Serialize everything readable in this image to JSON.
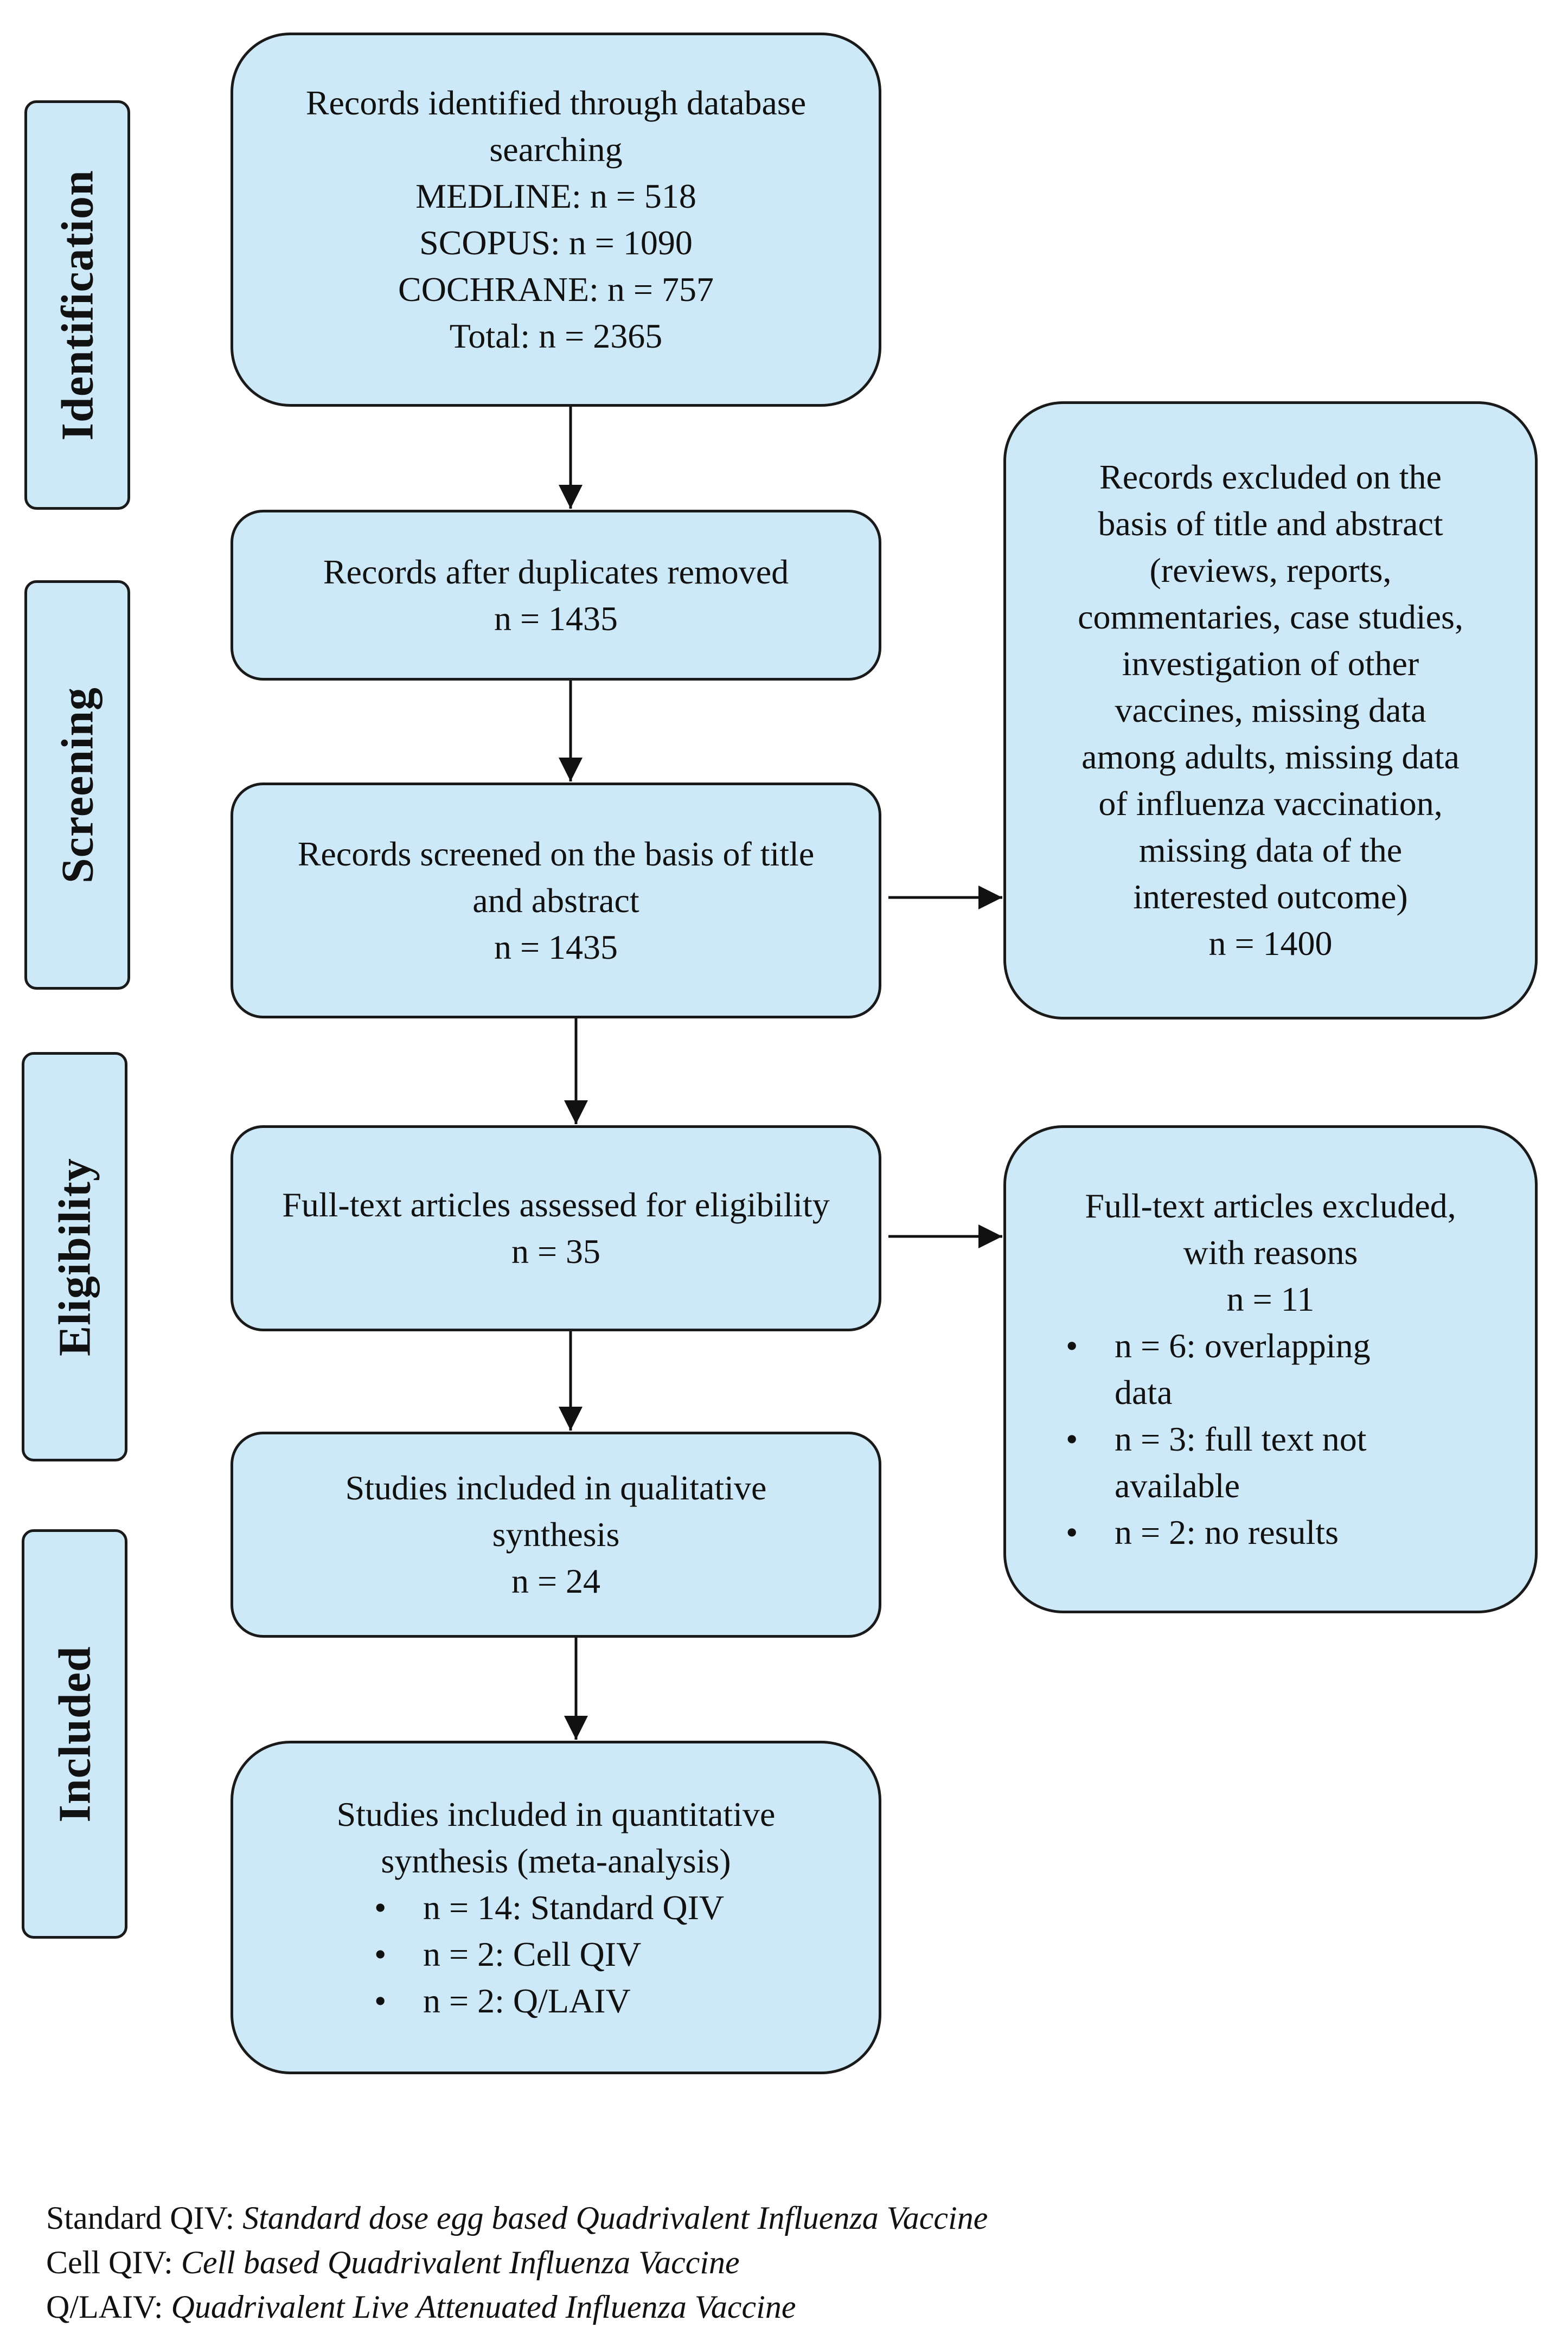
{
  "stages": {
    "identification": "Identification",
    "screening": "Screening",
    "eligibility": "Eligibility",
    "included": "Included"
  },
  "boxes": {
    "identified": {
      "lines": [
        "Records identified through database",
        "searching",
        "MEDLINE: n = 518",
        "SCOPUS: n = 1090",
        "COCHRANE: n = 757",
        "Total: n = 2365"
      ]
    },
    "duplicates_removed": {
      "lines": [
        "Records after duplicates removed",
        "n = 1435"
      ]
    },
    "screened": {
      "lines": [
        "Records screened on the basis of title",
        "and abstract",
        "n = 1435"
      ]
    },
    "excluded_screening": {
      "lines": [
        "Records excluded on the",
        "basis of title and abstract",
        "(reviews, reports,",
        "commentaries, case studies,",
        "investigation of other",
        "vaccines, missing data",
        "among adults, missing data",
        "of influenza vaccination,",
        "missing data of the",
        "interested outcome)",
        "n = 1400"
      ]
    },
    "fulltext_assessed": {
      "lines": [
        "Full-text articles assessed for eligibility",
        "n = 35"
      ]
    },
    "fulltext_excluded": {
      "lines": [
        "Full-text articles excluded,",
        "with reasons",
        "n = 11"
      ],
      "bullets": [
        [
          "n = 6: overlapping",
          "data"
        ],
        [
          "n = 3: full text not",
          "available"
        ],
        [
          "n = 2: no results"
        ]
      ]
    },
    "qualitative": {
      "lines": [
        "Studies included in qualitative",
        "synthesis",
        "n = 24"
      ]
    },
    "quantitative": {
      "lines": [
        "Studies included in quantitative",
        "synthesis (meta-analysis)"
      ],
      "bullets": [
        [
          "n = 14: Standard QIV"
        ],
        [
          "n = 2: Cell QIV"
        ],
        [
          "n = 2:  Q/LAIV"
        ]
      ]
    }
  },
  "footnotes": [
    {
      "abbr": "Standard QIV:",
      "meaning": "Standard dose egg based Quadrivalent Influenza Vaccine"
    },
    {
      "abbr": "Cell QIV:",
      "meaning": "Cell based Quadrivalent Influenza Vaccine"
    },
    {
      "abbr": "Q/LAIV:",
      "meaning": "Quadrivalent Live Attenuated Influenza Vaccine"
    }
  ]
}
